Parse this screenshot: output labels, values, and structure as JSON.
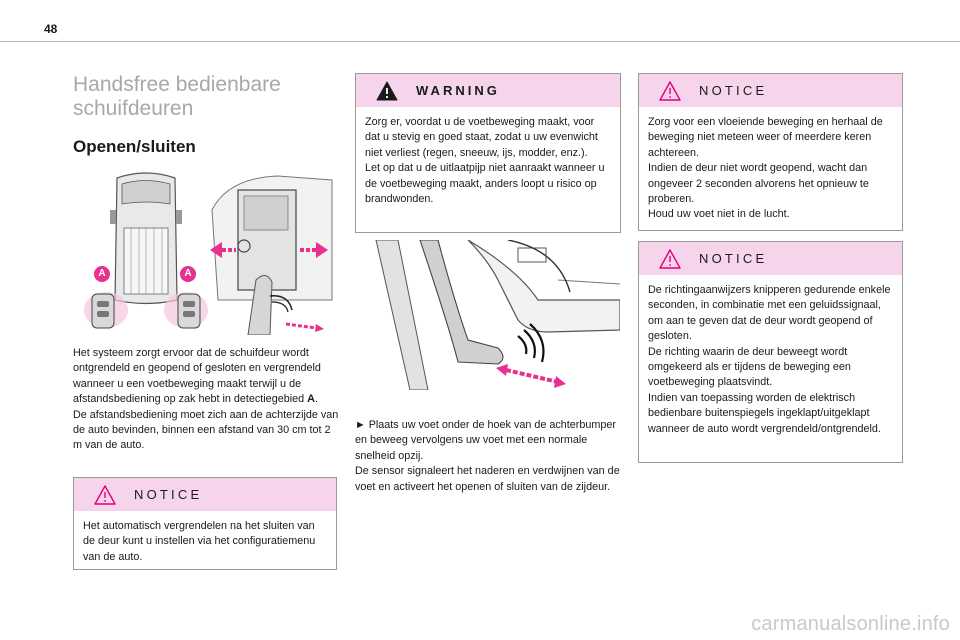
{
  "page": {
    "number": "48"
  },
  "section": {
    "title": "Handsfree bedienbare schuifdeuren",
    "subtitle": "Openen/sluiten"
  },
  "left_column": {
    "callout_letter": "A",
    "intro_text_1": "Het systeem zorgt ervoor dat de schuifdeur wordt ontgrendeld en geopend of gesloten en vergrendeld wanneer u een voetbeweging maakt terwijl u de afstandsbediening op zak hebt in detectiegebied ",
    "intro_bold": "A",
    "intro_text_2": ".",
    "intro_text_3": "De afstandsbediening moet zich aan de achterzijde van de auto bevinden, binnen een afstand van 30 cm tot 2 m van de auto.",
    "notice": {
      "label": "NOTICE",
      "text": "Het automatisch vergrendelen na het sluiten van de deur kunt u instellen via het configuratiemenu van de auto."
    }
  },
  "middle_column": {
    "warning": {
      "label": "WARNING",
      "text_1": "Zorg er, voordat u de voetbeweging maakt, voor dat u stevig en goed staat, zodat u uw evenwicht niet verliest (regen, sneeuw, ijs, modder, enz.).",
      "text_2": "Let op dat u de uitlaatpijp niet aanraakt wanneer u de voetbeweging maakt, anders loopt u risico op brandwonden."
    },
    "step_marker": "►",
    "step_text": "Plaats uw voet onder de hoek van de achterbumper en beweeg vervolgens uw voet met een normale snelheid opzij.",
    "step_text_2": "De sensor signaleert het naderen en verdwijnen van de voet en activeert het openen of sluiten van de zijdeur."
  },
  "right_column": {
    "notice_1": {
      "label": "NOTICE",
      "text_1": "Zorg voor een vloeiende beweging en herhaal de beweging niet meteen weer of meerdere keren achtereen.",
      "text_2": "Indien de deur niet wordt geopend, wacht dan ongeveer 2 seconden alvorens het opnieuw te proberen.",
      "text_3": "Houd uw voet niet in de lucht."
    },
    "notice_2": {
      "label": "NOTICE",
      "text_1": "De richtingaanwijzers knipperen gedurende enkele seconden, in combinatie met een geluidssignaal, om aan te geven dat de deur wordt geopend of gesloten.",
      "text_2": "De richting waarin de deur beweegt wordt omgekeerd als er tijdens de beweging een voetbeweging plaatsvindt.",
      "text_3": "Indien van toepassing worden de elektrisch bedienbare buitenspiegels ingeklapt/uitgeklapt wanneer de auto wordt vergrendeld/ontgrendeld."
    }
  },
  "footer": {
    "watermark": "carmanualsonline.info"
  },
  "colors": {
    "notice_header": "#f6d5ec",
    "accent_pink": "#e8308f",
    "heading_grey": "#a8a8a8",
    "warning_icon": "#e0007a"
  }
}
